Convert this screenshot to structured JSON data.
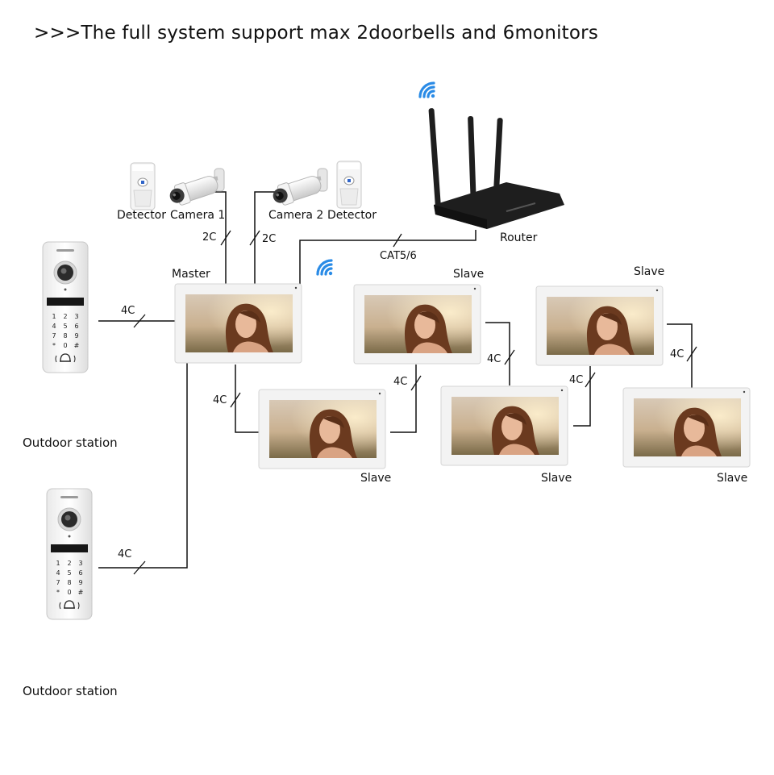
{
  "title": ">>>The full system support max 2doorbells and 6monitors",
  "devices": {
    "master": "Master",
    "slave": "Slave",
    "router": "Router",
    "camera_1": "Camera 1",
    "camera_2": "Camera 2",
    "detector": "Detector",
    "outdoor_station": "Outdoor station"
  },
  "wires": {
    "two_core": "2C",
    "four_core": "4C",
    "network": "CAT5/6"
  },
  "keypad_keys": [
    "1",
    "2",
    "3",
    "4",
    "5",
    "6",
    "7",
    "8",
    "9",
    "*",
    "0",
    "#"
  ],
  "colors": {
    "wire": "#111111",
    "wifi": "#2a8be6",
    "monitor_frame": "#f2f2f2",
    "router_body": "#1e1e1e"
  },
  "icons": {
    "wifi": "wifi-icon",
    "camera": "bullet-camera-icon",
    "detector": "motion-detector-icon",
    "doorbell": "doorbell-icon",
    "monitor": "monitor-icon",
    "router": "router-icon"
  }
}
